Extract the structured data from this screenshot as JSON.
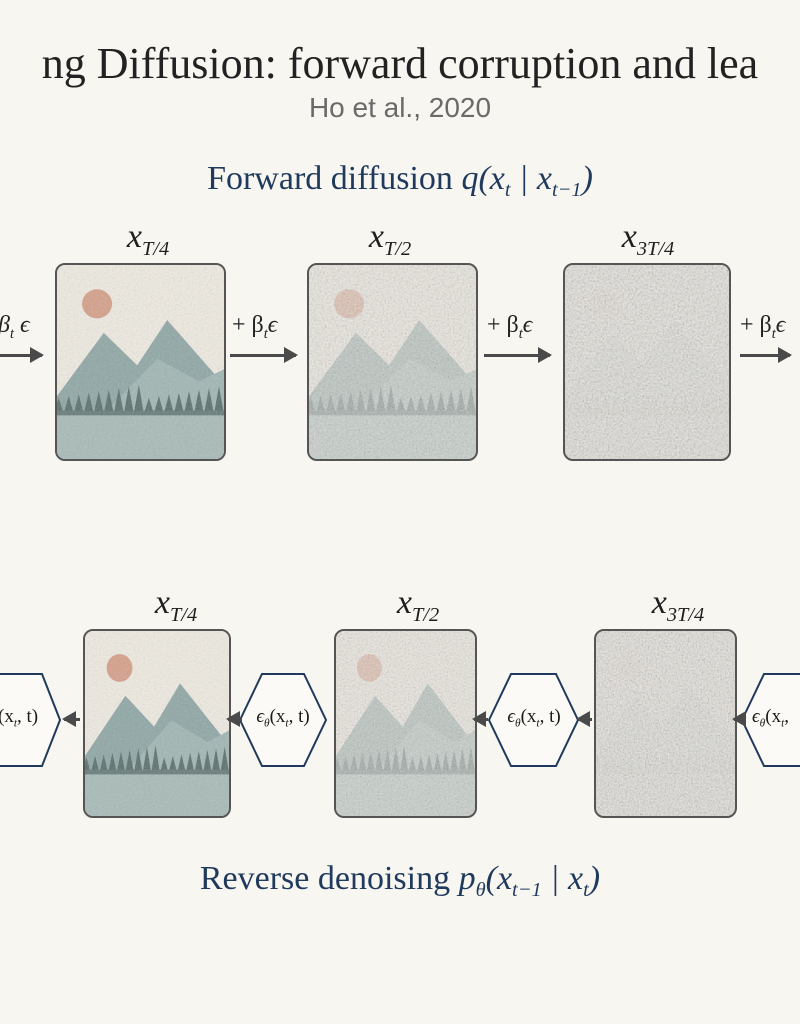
{
  "header": {
    "title": "ng Diffusion: forward corruption and lea",
    "subtitle": "Ho et al., 2020"
  },
  "forward": {
    "title_text": "Forward diffusion ",
    "formula_q": "q(x",
    "formula_sub1": "t",
    "formula_mid": " | x",
    "formula_sub2": "t−1",
    "formula_end": ")",
    "frames": [
      {
        "label_base": "x",
        "label_sub": "T/4",
        "noise_level": 0.15
      },
      {
        "label_base": "x",
        "label_sub": "T/2",
        "noise_level": 0.55
      },
      {
        "label_base": "x",
        "label_sub": "3T/4",
        "noise_level": 0.9
      }
    ],
    "step_label_prefix": "+ β",
    "step_label_sub": "t",
    "step_label_suffix": "ϵ",
    "step_label_left_partial_base": "β",
    "step_label_left_partial_sub": "t",
    "step_label_left_partial_suffix": " ϵ"
  },
  "reverse": {
    "title_text": "Reverse denoising ",
    "formula_p": "p",
    "formula_theta": "θ",
    "formula_open": "(x",
    "formula_sub1": "t−1",
    "formula_mid": " | x",
    "formula_sub2": "t",
    "formula_end": ")",
    "frames": [
      {
        "label_base": "x",
        "label_sub": "T/4",
        "noise_level": 0.15
      },
      {
        "label_base": "x",
        "label_sub": "T/2",
        "noise_level": 0.55
      },
      {
        "label_base": "x",
        "label_sub": "3T/4",
        "noise_level": 0.9
      }
    ],
    "network_eps": "ϵ",
    "network_theta": "θ",
    "network_args_open": "(x",
    "network_args_sub": "t",
    "network_args_close": ", t)",
    "network_left_partial_open": "(x",
    "network_left_partial_sub": "t",
    "network_left_partial_close": ", t)",
    "network_right_partial_eps": "ϵ",
    "network_right_partial_theta": "θ",
    "network_right_partial_open": "(x",
    "network_right_partial_sub": "t",
    "network_right_partial_close": ","
  },
  "colors": {
    "accent": "#1f3a5c",
    "sun": "#d4937a",
    "mountain": "#7f9c9b",
    "forest": "#3f5958",
    "water": "#9db3b0"
  }
}
